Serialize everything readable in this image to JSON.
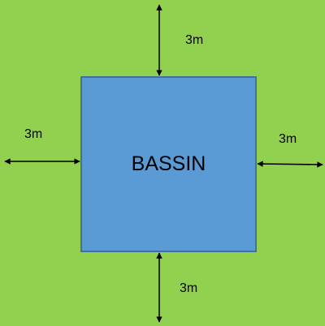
{
  "diagram": {
    "pool_label": "BASSIN",
    "distances": {
      "top": "3m",
      "left": "3m",
      "right": "3m",
      "bottom": "3m"
    }
  },
  "colors": {
    "ground": "#92d050",
    "pool_fill": "#5b9bd5",
    "pool_border": "#41719c",
    "arrow": "#000000"
  }
}
